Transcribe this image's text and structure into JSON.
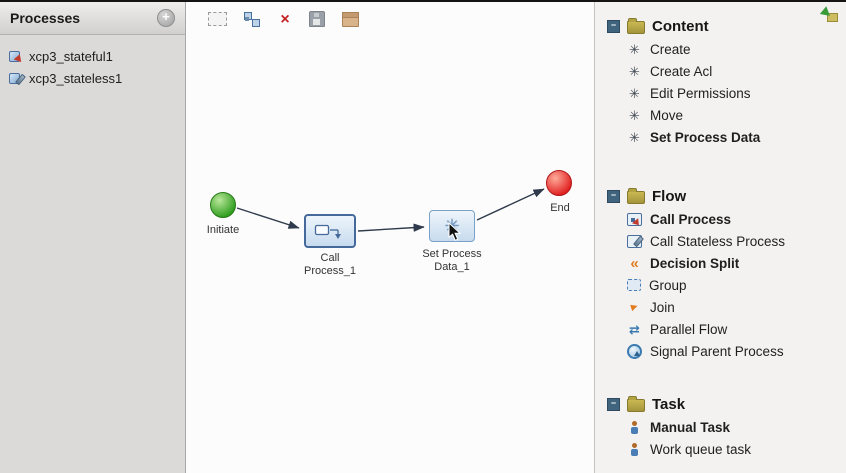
{
  "left_panel": {
    "title": "Processes",
    "items": [
      {
        "label": "xcp3_stateful1",
        "icon": "stateful-process-icon"
      },
      {
        "label": "xcp3_stateless1",
        "icon": "stateless-process-icon"
      }
    ]
  },
  "toolbar": {
    "icons": [
      "selection-tool-icon",
      "align-connect-icon",
      "delete-icon",
      "save-icon",
      "package-icon"
    ]
  },
  "canvas": {
    "nodes": {
      "initiate": {
        "label": "Initiate",
        "type": "start"
      },
      "call_process": {
        "label_line1": "Call",
        "label_line2": "Process_1",
        "type": "activity"
      },
      "set_process_data": {
        "label_line1": "Set Process",
        "label_line2": "Data_1",
        "type": "activity"
      },
      "end": {
        "label": "End",
        "type": "end"
      }
    }
  },
  "palette": {
    "import_icon": "import-model-icon",
    "groups": [
      {
        "title": "Content",
        "items": [
          {
            "label": "Create",
            "bold": false,
            "icon": "gear-icon"
          },
          {
            "label": "Create Acl",
            "bold": false,
            "icon": "gear-icon"
          },
          {
            "label": "Edit Permissions",
            "bold": false,
            "icon": "gear-icon"
          },
          {
            "label": "Move",
            "bold": false,
            "icon": "gear-icon"
          },
          {
            "label": "Set Process Data",
            "bold": true,
            "icon": "gear-icon"
          }
        ]
      },
      {
        "title": "Flow",
        "items": [
          {
            "label": "Call Process",
            "bold": true,
            "icon": "call-process-icon"
          },
          {
            "label": "Call Stateless Process",
            "bold": false,
            "icon": "call-stateless-process-icon"
          },
          {
            "label": "Decision Split",
            "bold": true,
            "icon": "decision-split-icon"
          },
          {
            "label": "Group",
            "bold": false,
            "icon": "group-icon"
          },
          {
            "label": "Join",
            "bold": false,
            "icon": "join-icon"
          },
          {
            "label": "Parallel Flow",
            "bold": false,
            "icon": "parallel-flow-icon"
          },
          {
            "label": "Signal Parent Process",
            "bold": false,
            "icon": "signal-parent-process-icon"
          }
        ]
      },
      {
        "title": "Task",
        "items": [
          {
            "label": "Manual Task",
            "bold": true,
            "icon": "manual-task-icon"
          },
          {
            "label": "Work queue task",
            "bold": false,
            "icon": "work-queue-task-icon"
          }
        ]
      }
    ]
  },
  "colors": {
    "start_node": "#2f9e1f",
    "end_node": "#e02020",
    "activity_border": "#44699a",
    "panel_bg": "#f3f2f1",
    "left_panel_bg": "#dbdad9"
  }
}
